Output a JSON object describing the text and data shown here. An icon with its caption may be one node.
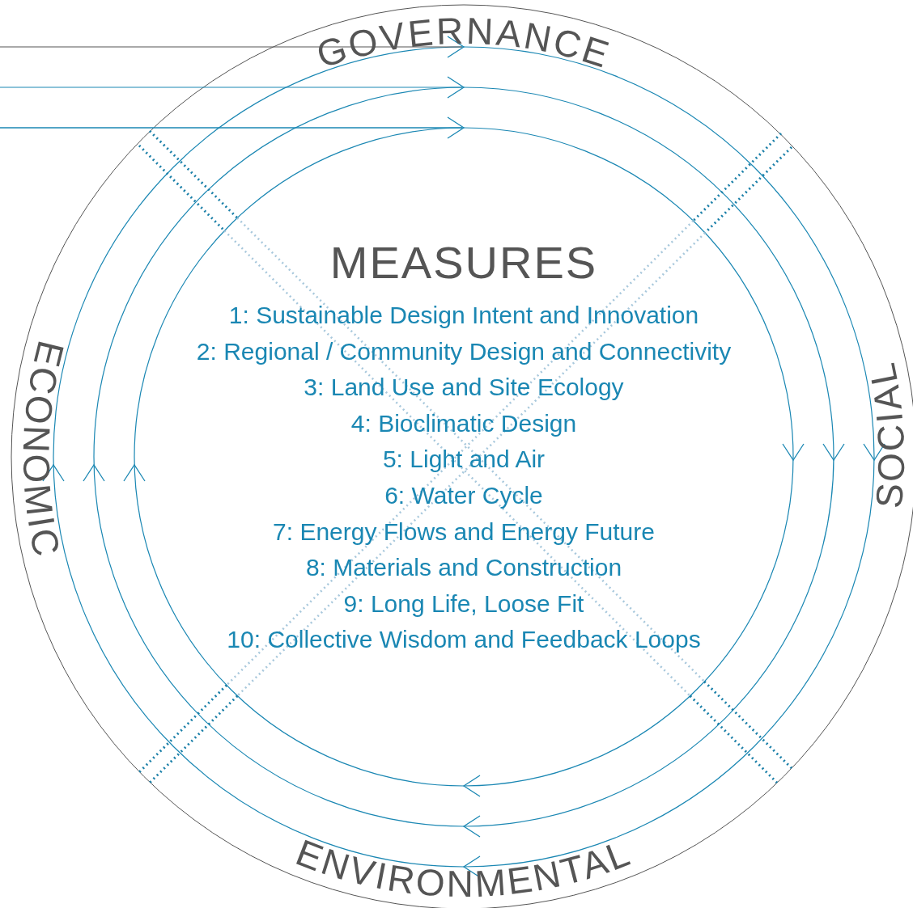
{
  "diagram": {
    "title": "MEASURES",
    "labels": [
      "GOVERNANCE",
      "ECONOMIC",
      "SOCIAL",
      "1: Sustainable Design Intent and Innovation",
      "2: Regional / Community Design and Connectivity",
      "3: Land Use and Site Ecology",
      "4: Bioclimatic Design",
      "5: Light and Air",
      "6: Water Cycle",
      "7: Energy Flows and Energy Future",
      "8: Materials and Construction",
      "9: Long Life, Loose Fit",
      "10: Collective Wisdom and Feedback Loops",
      "ENVIRONMENTAL"
    ]
  }
}
